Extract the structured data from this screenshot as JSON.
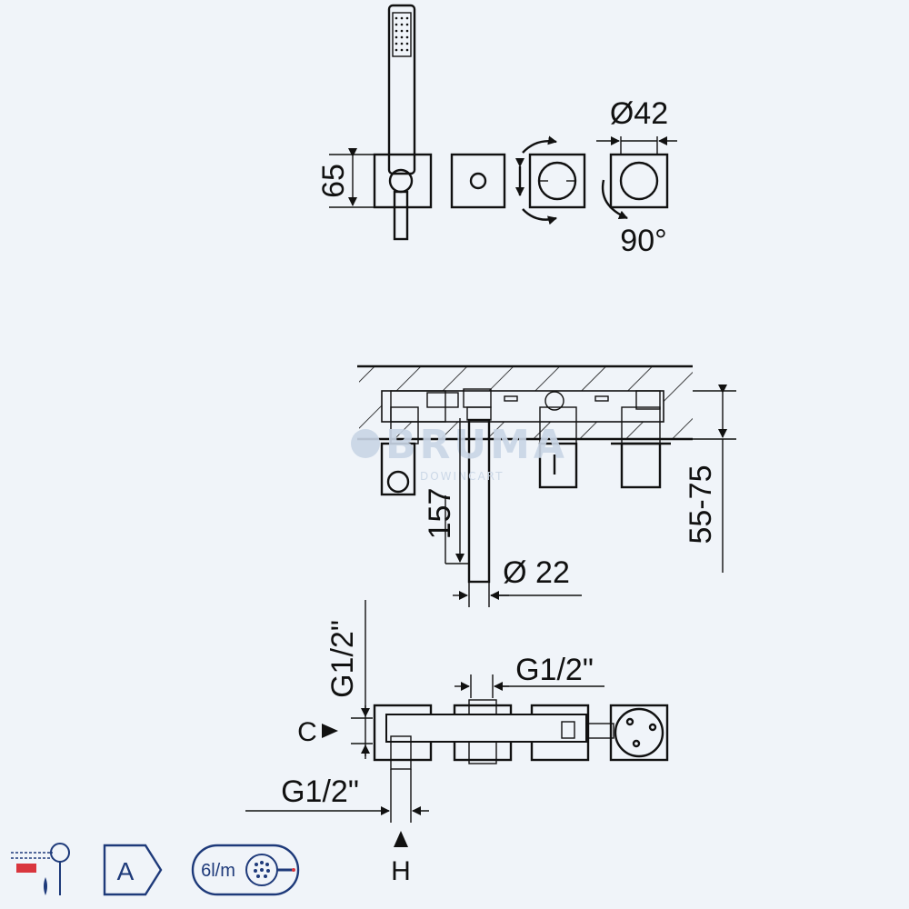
{
  "dimensions": {
    "handshower_height": "65",
    "knob_diameter": "Ø42",
    "rotation": "90°",
    "spout_length": "157",
    "spout_diameter": "Ø 22",
    "wall_depth": "55-75",
    "inlet_vertical": "G1/2\"",
    "inlet_top": "G1/2\"",
    "inlet_bottom": "G1/2\""
  },
  "connections": {
    "cold_label": "C",
    "hot_label": "H"
  },
  "watermark": {
    "brand": "BRUMA",
    "tagline": "DOWINCART"
  },
  "badges": {
    "energy_class": "A",
    "flow_rate": "6l/m"
  },
  "colors": {
    "background": "#f0f4f9",
    "line": "#111111",
    "badge_blue": "#1e3a7a",
    "accent_red": "#d9363e",
    "watermark": "#c9d6e6"
  }
}
